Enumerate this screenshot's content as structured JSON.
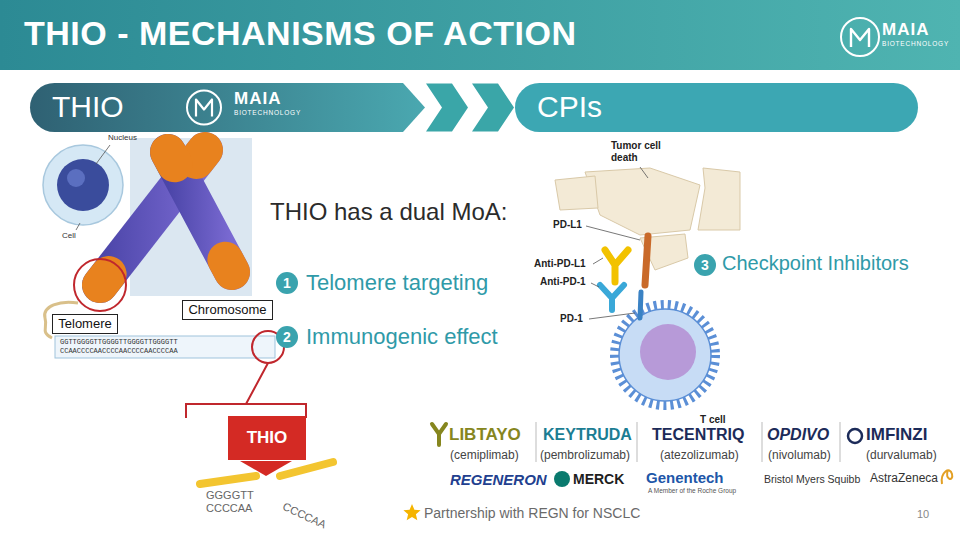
{
  "diagram": {
    "title": "THIO - MECHANISMS OF ACTION",
    "nodes": [
      {
        "text": [
          "THIO"
        ]
      },
      {
        "text": [
          "CPIs"
        ]
      },
      {
        "text": [
          "Chromosome"
        ]
      },
      {
        "text": [
          "Telomere"
        ]
      },
      {
        "text": [
          "1"
        ]
      },
      {
        "text": [
          "2"
        ]
      },
      {
        "text": [
          "3"
        ]
      },
      {
        "text": [
          "THIO"
        ]
      }
    ],
    "edges": [
      {
        "from": 0,
        "to": 1,
        "arrow": "to"
      }
    ],
    "labels": [
      "MAIA",
      "BIOTECHNOLOGY",
      "MAIA",
      "BIOTECHNOLOGY",
      "Nucleus",
      "Cell",
      "THIO has a dual MoA:",
      "Telomere targeting",
      "Immunogenic effect",
      "Checkpoint Inhibitors",
      "Tumor cell death",
      "PD-L1",
      "Anti-PD-L1",
      "Anti-PD-1",
      "PD-1",
      "T cell",
      "GGTTGGGGTTGGGGTTGGGGTTGGGGTT",
      "CCAACCCCAACCCCAACCCCAACCCCAA",
      "GGGGTT",
      "CCCCAA",
      "CCCCAA",
      "LIBTAYO",
      "(cemiplimab)",
      "KEYTRUDA",
      "(pembrolizumab)",
      "TECENTRIQ",
      "(atezolizumab)",
      "OPDIVO",
      "(nivolumab)",
      "IMFINZI",
      "(durvalumab)",
      "REGENERON",
      "MERCK",
      "Genentech",
      "A Member of the Roche Group",
      "Bristol Myers Squibb",
      "AstraZeneca",
      "Partnership with REGN for NSCLC",
      "10"
    ]
  }
}
